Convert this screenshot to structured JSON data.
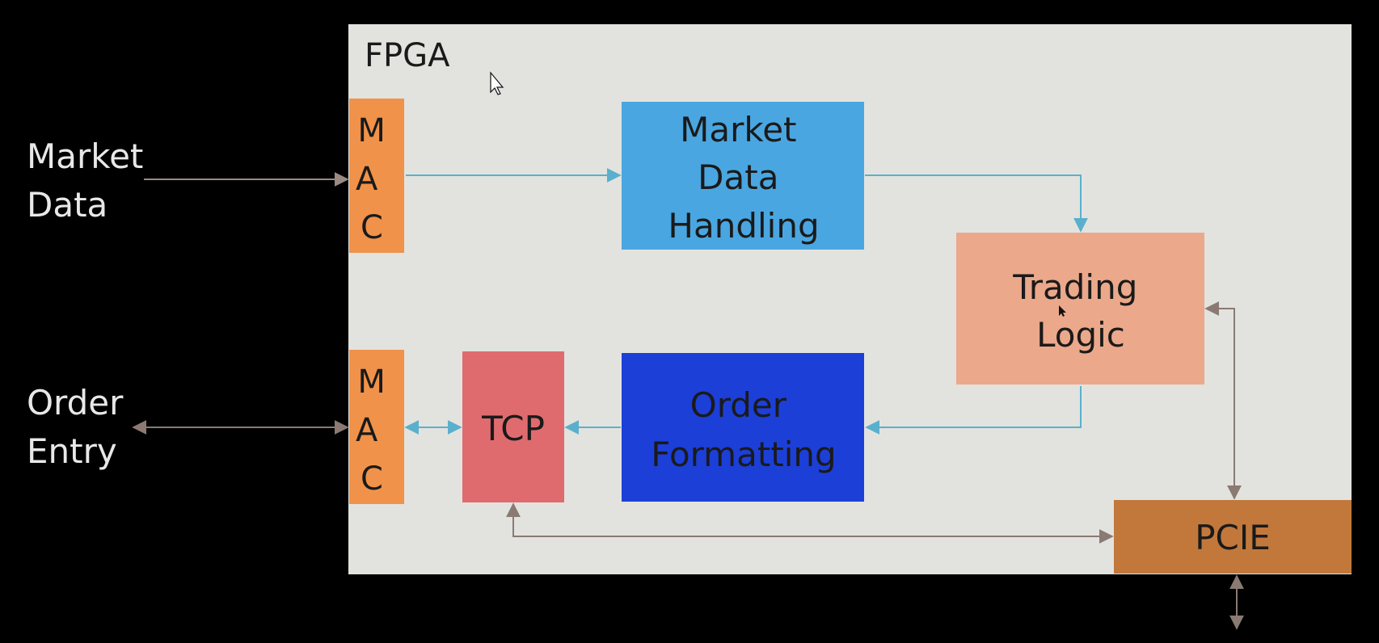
{
  "diagram": {
    "container_title": "FPGA",
    "external": {
      "market_data": [
        "Market",
        "Data"
      ],
      "order_entry": [
        "Order",
        "Entry"
      ]
    },
    "blocks": {
      "mac_top": [
        "M",
        "A",
        "C"
      ],
      "mac_bottom": [
        "M",
        "A",
        "C"
      ],
      "market_data_handling": [
        "Market",
        "Data",
        "Handling"
      ],
      "trading_logic": [
        "Trading",
        "Logic"
      ],
      "tcp": [
        "TCP"
      ],
      "order_formatting": [
        "Order",
        "Formatting"
      ],
      "pcie": [
        "PCIE"
      ]
    },
    "colors": {
      "background": "#000000",
      "container": "#e2e3df",
      "mac": "#f0924a",
      "market_data_handling": "#4aa6e0",
      "trading_logic": "#eba88a",
      "tcp": "#e06b6e",
      "order_formatting": "#1c3fd8",
      "pcie": "#c2783b",
      "arrow_blue": "#5ab0cc",
      "arrow_gray": "#8a7a72"
    }
  }
}
